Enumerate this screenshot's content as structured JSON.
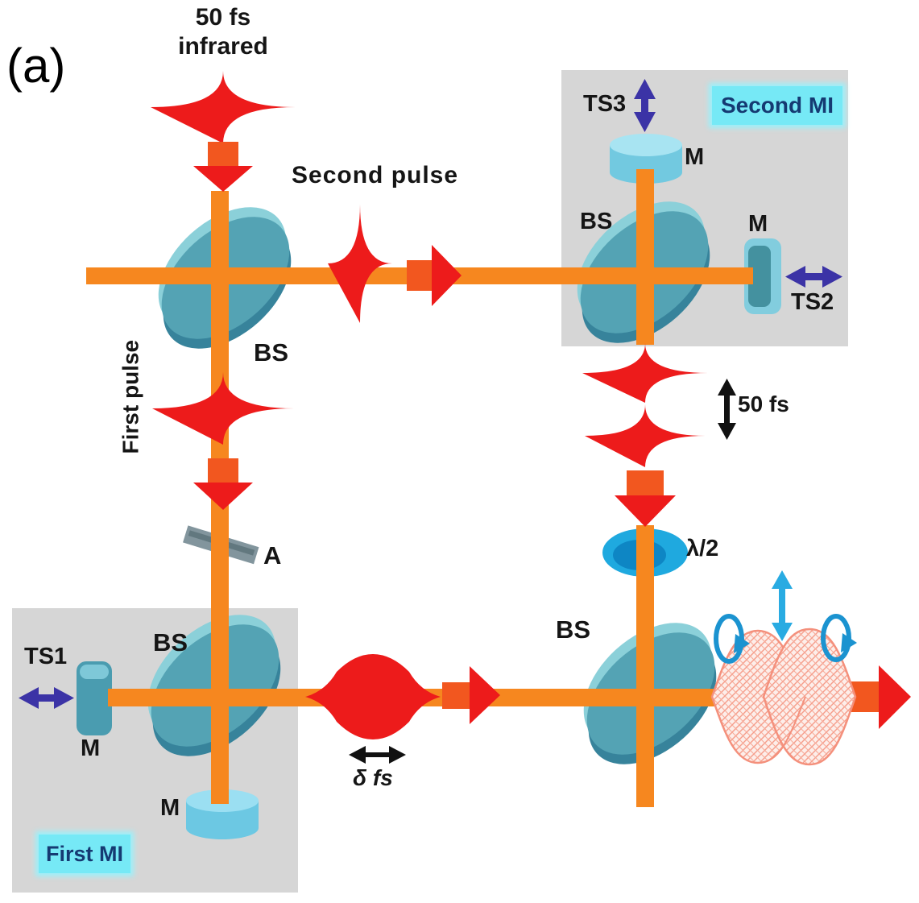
{
  "panel": {
    "label": "(a)"
  },
  "source": {
    "line1": "50 fs",
    "line2": "infrared"
  },
  "pulses": {
    "second": "Second pulse",
    "first": "First pulse",
    "delay": "δ fs",
    "duration": "50 fs"
  },
  "optics": {
    "bs1": "BS",
    "bs2": "BS",
    "bs3": "BS",
    "bs4": "BS",
    "attenuator": "A",
    "waveplate": "λ/2"
  },
  "second_mi": {
    "title": "Second MI",
    "ts3": "TS3",
    "ts2": "TS2",
    "mirror_top": "M",
    "mirror_right": "M"
  },
  "first_mi": {
    "title": "First MI",
    "ts1": "TS1",
    "mirror_left": "M",
    "mirror_bottom": "M"
  },
  "colors": {
    "beam_orange": "#f6871f",
    "arrow_square_orange": "#f2571f",
    "pulse_red": "#ed1b1b",
    "bs_teal": "#54a3b4",
    "bs_teal_light": "#8bd0d9",
    "bs_teal_dark": "#37839b",
    "mirror_cyan": "#72c9e0",
    "mirror_cyan_light": "#a8e4f2",
    "stage_arrow_purple": "#3b33a6",
    "waveplate_blue": "#1fa9df",
    "waveplate_blue_dark": "#0e86c4",
    "box_gray": "#d6d6d6",
    "title_highlight_cyan": "#76e9f6",
    "title_text_navy": "#153a72",
    "polarization_blue": "#1b93d0",
    "output_arrow_cyan": "#29abe2",
    "mesh_pink": "#f4907c",
    "attenuator_gray": "#82959d",
    "annotation_black": "#111111"
  }
}
